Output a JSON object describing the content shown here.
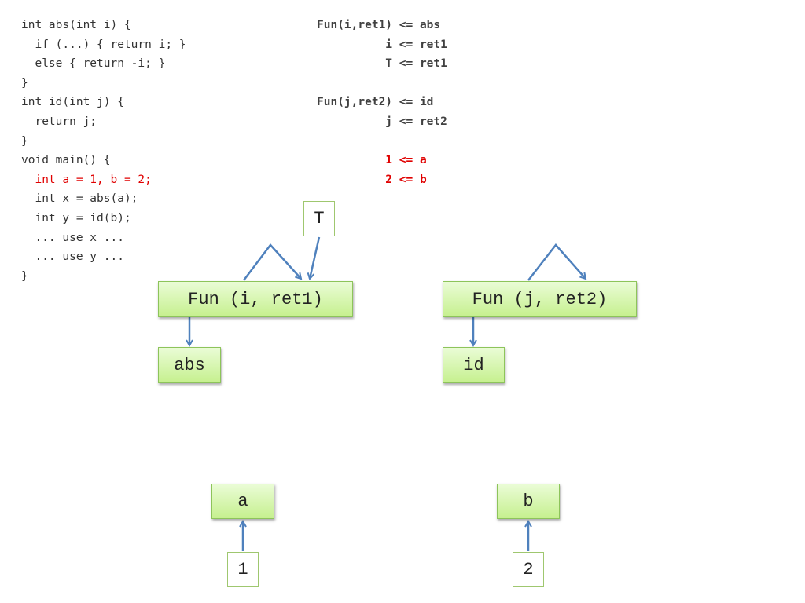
{
  "code_lines": [
    {
      "text": "int abs(int i) {",
      "highlight": false
    },
    {
      "text": "  if (...) { return i; }",
      "highlight": false
    },
    {
      "text": "  else { return -i; }",
      "highlight": false
    },
    {
      "text": "}",
      "highlight": false
    },
    {
      "text": "int id(int j) {",
      "highlight": false
    },
    {
      "text": "  return j;",
      "highlight": false
    },
    {
      "text": "}",
      "highlight": false
    },
    {
      "text": "void main() {",
      "highlight": false
    },
    {
      "text": "  int a = 1, b = 2;",
      "highlight": true
    },
    {
      "text": "  int x = abs(a);",
      "highlight": false
    },
    {
      "text": "  int y = id(b);",
      "highlight": false
    },
    {
      "text": "  ... use x ...",
      "highlight": false
    },
    {
      "text": "  ... use y ...",
      "highlight": false
    },
    {
      "text": "}",
      "highlight": false
    }
  ],
  "constraints": [
    {
      "text": "Fun(i,ret1) <= abs",
      "highlight": false
    },
    {
      "text": "          i <= ret1",
      "highlight": false
    },
    {
      "text": "          T <= ret1",
      "highlight": false
    },
    {
      "text": "",
      "highlight": false
    },
    {
      "text": "Fun(j,ret2) <= id",
      "highlight": false
    },
    {
      "text": "          j <= ret2",
      "highlight": false
    },
    {
      "text": "",
      "highlight": false
    },
    {
      "text": "          1 <= a",
      "highlight": true
    },
    {
      "text": "          2 <= b",
      "highlight": true
    }
  ],
  "nodes": {
    "T": "T",
    "fun1": "Fun (i, ret1)",
    "abs": "abs",
    "fun2": "Fun (j, ret2)",
    "id": "id",
    "a": "a",
    "one": "1",
    "b": "b",
    "two": "2"
  },
  "colors": {
    "arrow": "#4f81bd",
    "highlight": "#e00000",
    "node_fill": "#d6f5b0",
    "node_border": "#8dc45a"
  }
}
